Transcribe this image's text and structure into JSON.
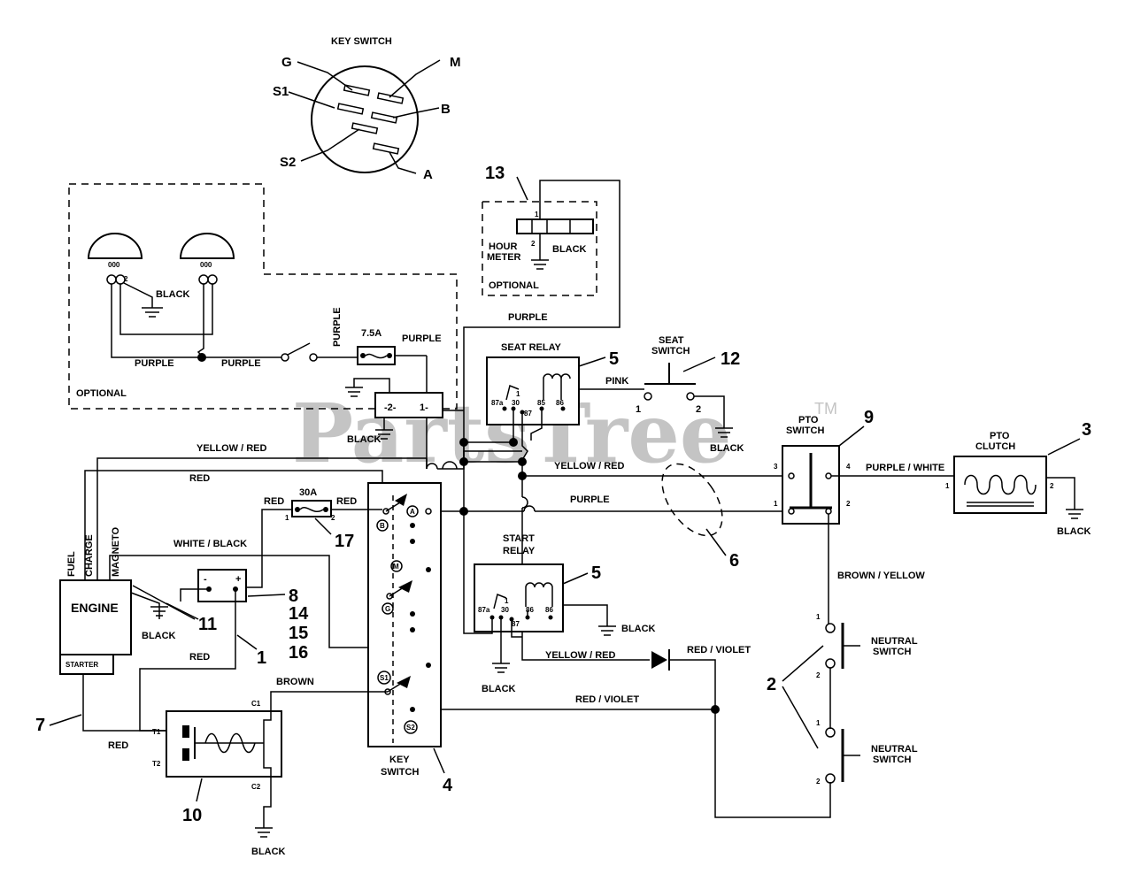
{
  "watermark": {
    "text": "PartsTree",
    "tm": "TM"
  },
  "key_switch_top": {
    "title": "KEY SWITCH",
    "terminals": {
      "g": "G",
      "m": "M",
      "s1": "S1",
      "b": "B",
      "s2": "S2",
      "a": "A"
    }
  },
  "callouts": {
    "n1": "1",
    "n2": "2",
    "n3": "3",
    "n4": "4",
    "n5a": "5",
    "n5b": "5",
    "n6": "6",
    "n7": "7",
    "n8": "8",
    "n9": "9",
    "n10": "10",
    "n11": "11",
    "n12": "12",
    "n13": "13",
    "n14": "14",
    "n15": "15",
    "n16": "16",
    "n17": "17"
  },
  "components": {
    "engine": "ENGINE",
    "starter": "STARTER",
    "fuel": "FUEL",
    "charge": "CHARGE",
    "magneto": "MAGNETO",
    "optional_lights": "OPTIONAL",
    "optional_meter": "OPTIONAL",
    "hour_meter": [
      "HOUR",
      "METER"
    ],
    "seat_relay": "SEAT RELAY",
    "seat_switch": [
      "SEAT",
      "SWITCH"
    ],
    "start_relay": [
      "START",
      "RELAY"
    ],
    "pto_switch": [
      "PTO",
      "SWITCH"
    ],
    "pto_clutch": [
      "PTO",
      "CLUTCH"
    ],
    "neutral_switch_top": [
      "NEUTRAL",
      "SWITCH"
    ],
    "neutral_switch_bottom": [
      "NEUTRAL",
      "SWITCH"
    ],
    "key_switch_bottom": [
      "KEY",
      "SWITCH"
    ],
    "fuse_small": "7.5A",
    "fuse_big": "30A"
  },
  "wires": {
    "purple_1": "PURPLE",
    "purple_2": "PURPLE",
    "purple_3": "PURPLE",
    "purple_4": "PURPLE",
    "purple_5": "PURPLE",
    "purple_6": "PURPLE",
    "black_1": "BLACK",
    "black_2": "BLACK",
    "black_3": "BLACK",
    "black_4": "BLACK",
    "black_5": "BLACK",
    "black_6": "BLACK",
    "black_7": "BLACK",
    "black_8": "BLACK",
    "black_9": "BLACK",
    "yellow_red_1": "YELLOW / RED",
    "yellow_red_2": "YELLOW / RED",
    "yellow_red_3": "YELLOW / RED",
    "red_1": "RED",
    "red_2": "RED",
    "red_3": "RED",
    "red_4": "RED",
    "red_5": "RED",
    "white_black": "WHITE / BLACK",
    "brown": "BROWN",
    "pink": "PINK",
    "purple_white": "PURPLE / WHITE",
    "brown_yellow": "BROWN / YELLOW",
    "red_violet_1": "RED / VIOLET",
    "red_violet_2": "RED / VIOLET"
  },
  "terminals": {
    "t1": "1",
    "t2": "2",
    "t_minus": "-",
    "t_plus": "+",
    "c1": "C1",
    "c2": "C2",
    "tt1": "T1",
    "tt2": "T2",
    "r87a": "87a",
    "r30": "30",
    "r87": "87",
    "r85": "85",
    "r86": "86",
    "ks_a": "A",
    "ks_b": "B",
    "ks_m": "M",
    "ks_g": "G",
    "ks_s1": "S1",
    "ks_s2": "S2",
    "pto3": "3",
    "pto4": "4",
    "pto1": "1",
    "pto2": "2",
    "cl1": "1",
    "cl2": "2",
    "n1": "1",
    "n2": "2",
    "n3": "1",
    "n4": "2",
    "ss1": "1",
    "ss2": "2",
    "hm1": "1",
    "hm2": "2",
    "fs1": "1",
    "fs2": "2",
    "lamp": "2",
    "conn_a": "-2-",
    "conn_b": "1-",
    "bulb1": "000",
    "bulb2": "000"
  }
}
